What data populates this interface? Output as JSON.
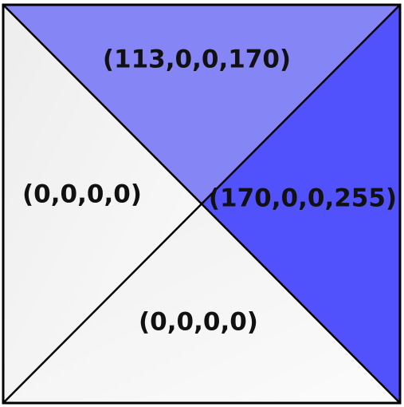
{
  "regions": {
    "top": {
      "label": "(113,0,0,170)",
      "color": "#8585f6"
    },
    "right": {
      "label": "(170,0,0,255)",
      "color": "#5252fc"
    },
    "left": {
      "label": "(0,0,0,0)",
      "color_start": "#ededed",
      "color_end": "#fbfbfb"
    },
    "bottom": {
      "label": "(0,0,0,0)",
      "color_start": "#f0f0f0",
      "color_end": "#fbfbfb"
    }
  },
  "outline_color": "#000000"
}
